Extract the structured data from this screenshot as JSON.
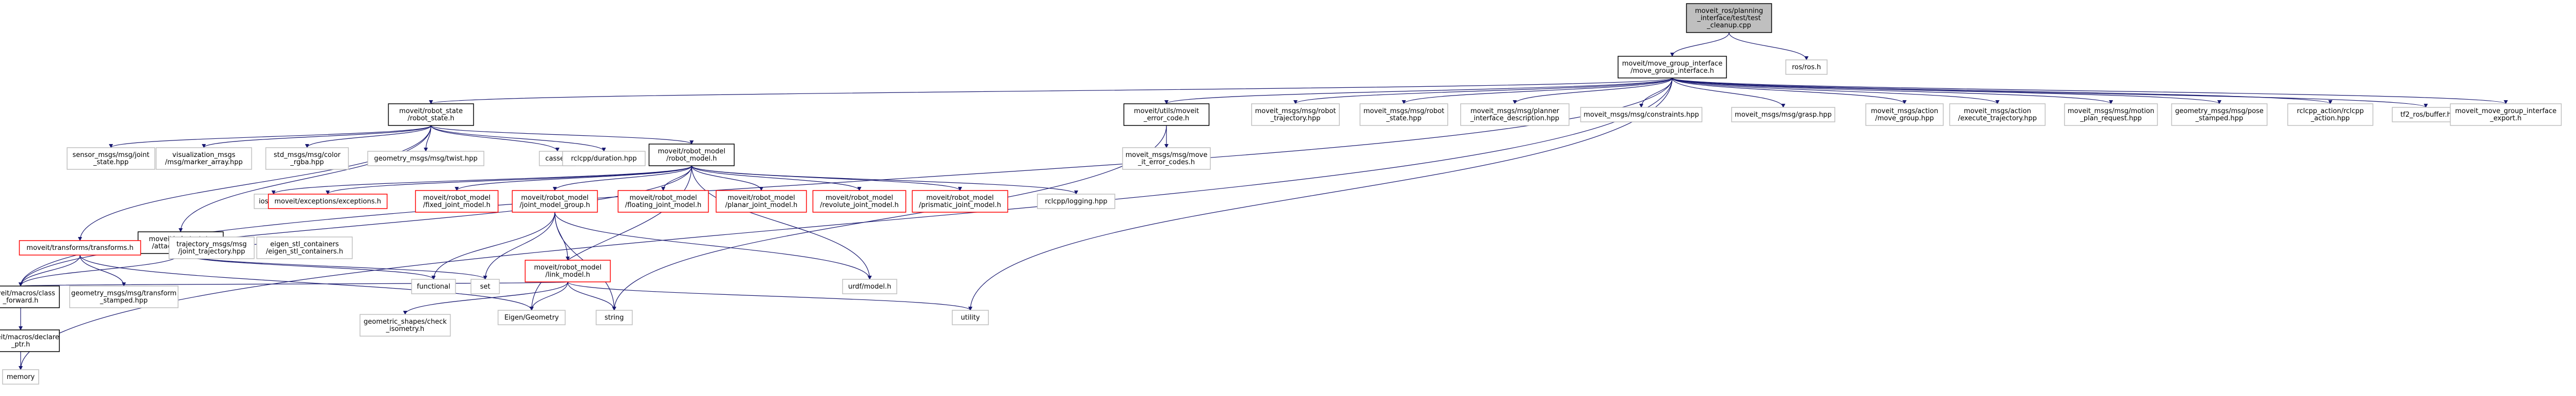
{
  "nodes": [
    {
      "id": "root",
      "lines": [
        "moveit_ros/planning",
        "_interface/test/test",
        "_cleanup.cpp"
      ],
      "style": "root"
    },
    {
      "id": "mgi",
      "lines": [
        "moveit/move_group_interface",
        "/move_group_interface.h"
      ],
      "style": "black"
    },
    {
      "id": "ros",
      "lines": [
        "ros/ros.h"
      ],
      "style": "gray"
    },
    {
      "id": "rsm",
      "lines": [
        "moveit/robot_state",
        "/robot_state.h"
      ],
      "style": "black"
    },
    {
      "id": "ec",
      "lines": [
        "moveit/utils/moveit",
        "_error_code.h"
      ],
      "style": "black"
    },
    {
      "id": "rtraj",
      "lines": [
        "moveit_msgs/msg/robot",
        "_trajectory.hpp"
      ],
      "style": "gray"
    },
    {
      "id": "rstate",
      "lines": [
        "moveit_msgs/msg/robot",
        "_state.hpp"
      ],
      "style": "gray"
    },
    {
      "id": "pid",
      "lines": [
        "moveit_msgs/msg/planner",
        "_interface_description.hpp"
      ],
      "style": "gray"
    },
    {
      "id": "constr",
      "lines": [
        "moveit_msgs/msg/constraints.hpp"
      ],
      "style": "gray"
    },
    {
      "id": "grasp",
      "lines": [
        "moveit_msgs/msg/grasp.hpp"
      ],
      "style": "gray"
    },
    {
      "id": "mga",
      "lines": [
        "moveit_msgs/action",
        "/move_group.hpp"
      ],
      "style": "gray"
    },
    {
      "id": "etraj",
      "lines": [
        "moveit_msgs/action",
        "/execute_trajectory.hpp"
      ],
      "style": "gray"
    },
    {
      "id": "mpr",
      "lines": [
        "moveit_msgs/msg/motion",
        "_plan_request.hpp"
      ],
      "style": "gray"
    },
    {
      "id": "pose",
      "lines": [
        "geometry_msgs/msg/pose",
        "_stamped.hpp"
      ],
      "style": "gray"
    },
    {
      "id": "rclact",
      "lines": [
        "rclcpp_action/rclcpp",
        "_action.hpp"
      ],
      "style": "gray"
    },
    {
      "id": "tf2",
      "lines": [
        "tf2_ros/buffer.h"
      ],
      "style": "gray"
    },
    {
      "id": "exportm",
      "lines": [
        "moveit_move_group_interface",
        "_export.h"
      ],
      "style": "gray"
    },
    {
      "id": "memory",
      "lines": [
        "memory"
      ],
      "style": "gray"
    },
    {
      "id": "sjs",
      "lines": [
        "sensor_msgs/msg/joint",
        "_state.hpp"
      ],
      "style": "gray"
    },
    {
      "id": "vis",
      "lines": [
        "visualization_msgs",
        "/msg/marker_array.hpp"
      ],
      "style": "gray"
    },
    {
      "id": "color",
      "lines": [
        "std_msgs/msg/color",
        "_rgba.hpp"
      ],
      "style": "gray"
    },
    {
      "id": "twist",
      "lines": [
        "geometry_msgs/msg/twist.hpp"
      ],
      "style": "gray"
    },
    {
      "id": "cassert",
      "lines": [
        "cassert"
      ],
      "style": "gray"
    },
    {
      "id": "rcldur",
      "lines": [
        "rclcpp/duration.hpp"
      ],
      "style": "gray"
    },
    {
      "id": "rmodel",
      "lines": [
        "moveit/robot_model",
        "/robot_model.h"
      ],
      "style": "black"
    },
    {
      "id": "ecodes",
      "lines": [
        "moveit_msgs/msg/move",
        "_it_error_codes.h"
      ],
      "style": "gray"
    },
    {
      "id": "ab",
      "lines": [
        "moveit/robot_state",
        "/attached_body.h"
      ],
      "style": "black"
    },
    {
      "id": "iostream",
      "lines": [
        "iostream"
      ],
      "style": "gray"
    },
    {
      "id": "exc",
      "lines": [
        "moveit/exceptions/exceptions.h"
      ],
      "style": "red"
    },
    {
      "id": "fixed",
      "lines": [
        "moveit/robot_model",
        "/fixed_joint_model.h"
      ],
      "style": "red"
    },
    {
      "id": "jmg",
      "lines": [
        "moveit/robot_model",
        "/joint_model_group.h"
      ],
      "style": "red"
    },
    {
      "id": "floating",
      "lines": [
        "moveit/robot_model",
        "/floating_joint_model.h"
      ],
      "style": "red"
    },
    {
      "id": "planar",
      "lines": [
        "moveit/robot_model",
        "/planar_joint_model.h"
      ],
      "style": "red"
    },
    {
      "id": "revolute",
      "lines": [
        "moveit/robot_model",
        "/revolute_joint_model.h"
      ],
      "style": "red"
    },
    {
      "id": "prismatic",
      "lines": [
        "moveit/robot_model",
        "/prismatic_joint_model.h"
      ],
      "style": "red"
    },
    {
      "id": "logging",
      "lines": [
        "rclcpp/logging.hpp"
      ],
      "style": "gray"
    },
    {
      "id": "transforms",
      "lines": [
        "moveit/transforms/transforms.h"
      ],
      "style": "red"
    },
    {
      "id": "tjt",
      "lines": [
        "trajectory_msgs/msg",
        "/joint_trajectory.hpp"
      ],
      "style": "gray"
    },
    {
      "id": "eigenstl",
      "lines": [
        "eigen_stl_containers",
        "/eigen_stl_containers.h"
      ],
      "style": "gray"
    },
    {
      "id": "functional",
      "lines": [
        "functional"
      ],
      "style": "gray"
    },
    {
      "id": "set",
      "lines": [
        "set"
      ],
      "style": "gray"
    },
    {
      "id": "lm",
      "lines": [
        "moveit/robot_model",
        "/link_model.h"
      ],
      "style": "red"
    },
    {
      "id": "urdf",
      "lines": [
        "urdf/model.h"
      ],
      "style": "gray"
    },
    {
      "id": "macros",
      "lines": [
        "moveit/macros/class",
        "_forward.h"
      ],
      "style": "black"
    },
    {
      "id": "tstamped",
      "lines": [
        "geometry_msgs/msg/transform",
        "_stamped.hpp"
      ],
      "style": "gray"
    },
    {
      "id": "eigen",
      "lines": [
        "Eigen/Geometry"
      ],
      "style": "gray"
    },
    {
      "id": "string",
      "lines": [
        "string"
      ],
      "style": "gray"
    },
    {
      "id": "utility",
      "lines": [
        "utility"
      ],
      "style": "gray"
    },
    {
      "id": "geom",
      "lines": [
        "geometric_shapes/check",
        "_isometry.h"
      ],
      "style": "gray"
    },
    {
      "id": "declptr",
      "lines": [
        "moveit/macros/declare",
        "_ptr.h"
      ],
      "style": "black"
    }
  ],
  "edges": [
    [
      "root",
      "mgi"
    ],
    [
      "root",
      "ros"
    ],
    [
      "mgi",
      "rsm"
    ],
    [
      "mgi",
      "ec"
    ],
    [
      "mgi",
      "rtraj"
    ],
    [
      "mgi",
      "rstate"
    ],
    [
      "mgi",
      "pid"
    ],
    [
      "mgi",
      "constr"
    ],
    [
      "mgi",
      "grasp"
    ],
    [
      "mgi",
      "mga"
    ],
    [
      "mgi",
      "etraj"
    ],
    [
      "mgi",
      "mpr"
    ],
    [
      "mgi",
      "pose"
    ],
    [
      "mgi",
      "rclact"
    ],
    [
      "mgi",
      "tf2"
    ],
    [
      "mgi",
      "exportm"
    ],
    [
      "mgi",
      "memory"
    ],
    [
      "mgi",
      "utility"
    ],
    [
      "mgi",
      "macros"
    ],
    [
      "rsm",
      "sjs"
    ],
    [
      "rsm",
      "vis"
    ],
    [
      "rsm",
      "color"
    ],
    [
      "rsm",
      "twist"
    ],
    [
      "rsm",
      "cassert"
    ],
    [
      "rsm",
      "rcldur"
    ],
    [
      "rsm",
      "rmodel"
    ],
    [
      "rsm",
      "ab"
    ],
    [
      "rsm",
      "transforms"
    ],
    [
      "ec",
      "ecodes"
    ],
    [
      "ec",
      "string"
    ],
    [
      "rmodel",
      "iostream"
    ],
    [
      "rmodel",
      "exc"
    ],
    [
      "rmodel",
      "fixed"
    ],
    [
      "rmodel",
      "jmg"
    ],
    [
      "rmodel",
      "floating"
    ],
    [
      "rmodel",
      "planar"
    ],
    [
      "rmodel",
      "revolute"
    ],
    [
      "rmodel",
      "prismatic"
    ],
    [
      "rmodel",
      "logging"
    ],
    [
      "rmodel",
      "urdf"
    ],
    [
      "rmodel",
      "eigen"
    ],
    [
      "rmodel",
      "macros"
    ],
    [
      "ab",
      "transforms"
    ],
    [
      "ab",
      "tjt"
    ],
    [
      "ab",
      "eigenstl"
    ],
    [
      "ab",
      "functional"
    ],
    [
      "ab",
      "set"
    ],
    [
      "ab",
      "macros"
    ],
    [
      "jmg",
      "lm"
    ],
    [
      "jmg",
      "set"
    ],
    [
      "jmg",
      "functional"
    ],
    [
      "jmg",
      "string"
    ],
    [
      "jmg",
      "urdf"
    ],
    [
      "lm",
      "geom"
    ],
    [
      "lm",
      "eigen"
    ],
    [
      "lm",
      "string"
    ],
    [
      "lm",
      "utility"
    ],
    [
      "lm",
      "macros"
    ],
    [
      "transforms",
      "macros"
    ],
    [
      "transforms",
      "tstamped"
    ],
    [
      "transforms",
      "eigen"
    ],
    [
      "macros",
      "declptr"
    ],
    [
      "declptr",
      "memory"
    ]
  ]
}
